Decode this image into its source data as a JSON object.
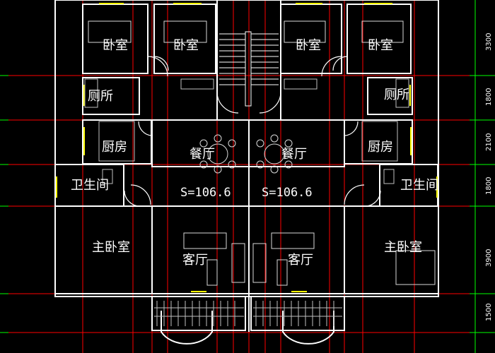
{
  "colors": {
    "background": "#000000",
    "wall": "#ffffff",
    "grid_red": "#ff0000",
    "dim_green": "#00ff00",
    "furniture": "#d9d9d9",
    "window_yellow": "#ffff00"
  },
  "rooms": {
    "bedroom_1": "卧室",
    "bedroom_2": "卧室",
    "bedroom_3": "卧室",
    "bedroom_4": "卧室",
    "toilet_left": "厕所",
    "toilet_right": "厕所",
    "kitchen_left": "厨房",
    "kitchen_right": "厨房",
    "dining_left": "餐厅",
    "dining_right": "餐厅",
    "bath_left": "卫生间",
    "bath_right": "卫生间",
    "master_left": "主卧室",
    "master_right": "主卧室",
    "living_left": "客厅",
    "living_right": "客厅"
  },
  "areas": {
    "left": "S=106.6",
    "right": "S=106.6"
  },
  "dimensions": [
    "3300",
    "1800",
    "2100",
    "1800",
    "3900",
    "1500"
  ]
}
